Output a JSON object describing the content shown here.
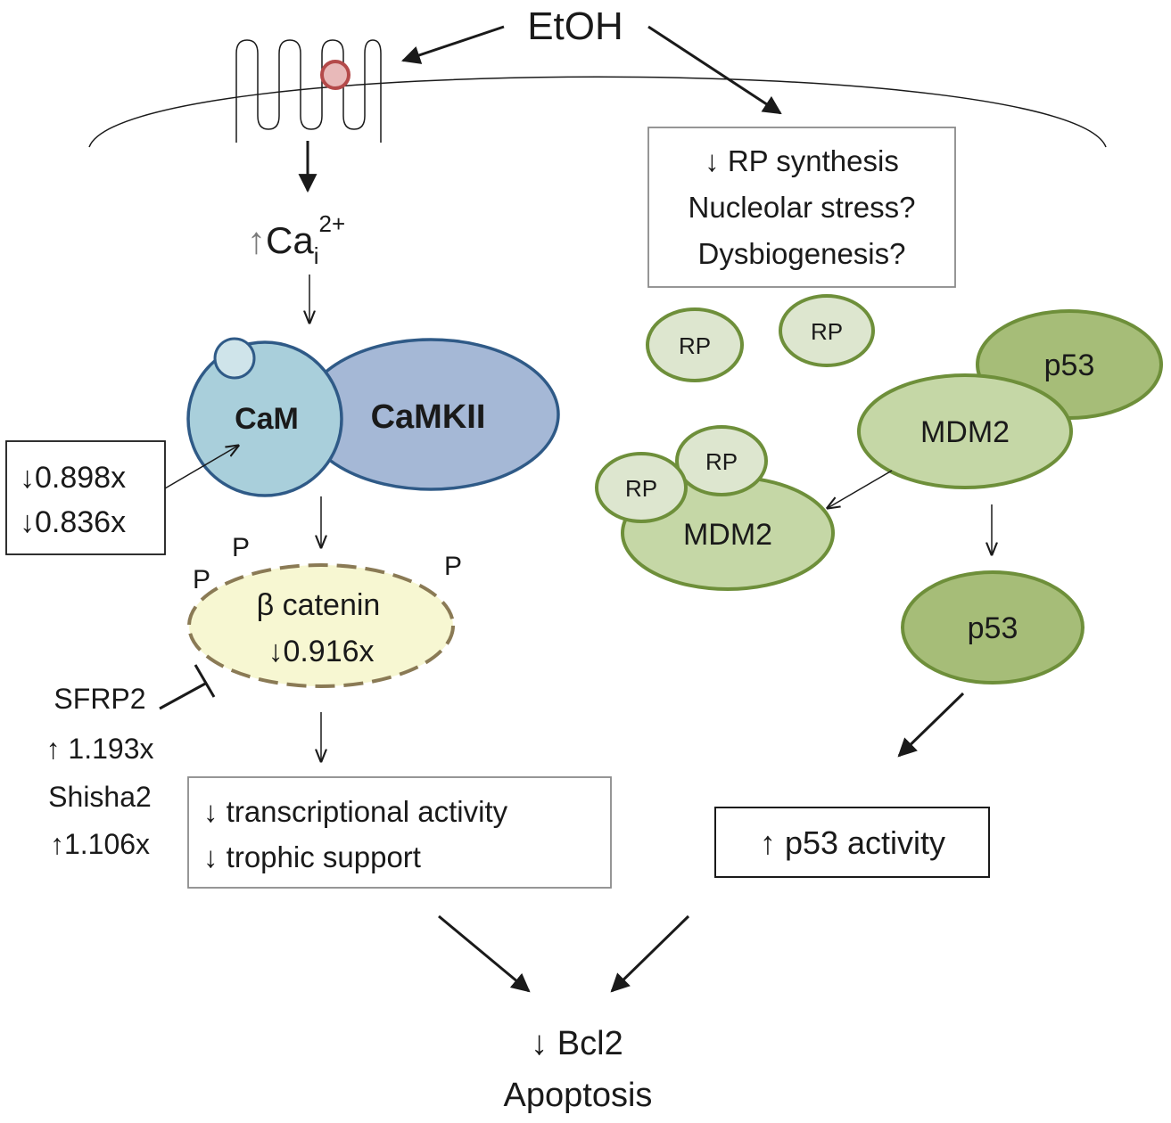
{
  "etoh": "EtOH",
  "calcium": {
    "arrow": "↑",
    "base": "Ca",
    "sub": "i",
    "sup": "2+"
  },
  "cam": "CaM",
  "camkii": "CaMKII",
  "cam_fold": [
    "↓0.898x",
    "↓0.836x"
  ],
  "phospho": [
    "P",
    "P",
    "P"
  ],
  "beta_catenin": {
    "label": "β catenin",
    "fold": "↓0.916x"
  },
  "sfrp2": {
    "name": "SFRP2",
    "fold": "↑ 1.193x"
  },
  "shisha2": {
    "name": "Shisha2",
    "fold": "↑1.106x"
  },
  "wnt_outcome": [
    "↓ transcriptional activity",
    "↓ trophic support"
  ],
  "rp_box": [
    "↓ RP synthesis",
    "Nucleolar stress?",
    "Dysbiogenesis?"
  ],
  "rp": "RP",
  "mdm2": "MDM2",
  "p53": "p53",
  "p53_activity": "↑ p53 activity",
  "bcl2": "↓ Bcl2",
  "apoptosis": "Apoptosis",
  "colors": {
    "cam_fill": "#a9cfdb",
    "cam_stroke": "#2f5a87",
    "camkii_fill": "#a5b8d6",
    "catenin_fill": "#f7f7d2",
    "catenin_stroke": "#8a7a55",
    "green_stroke": "#6e8f3a",
    "rp_fill": "#dde6cf",
    "mdm2_fill": "#c5d7a6",
    "p53_fill": "#a6bd78",
    "receptor_dot": "#e8b9b9",
    "receptor_dot_stroke": "#b44a4a"
  }
}
